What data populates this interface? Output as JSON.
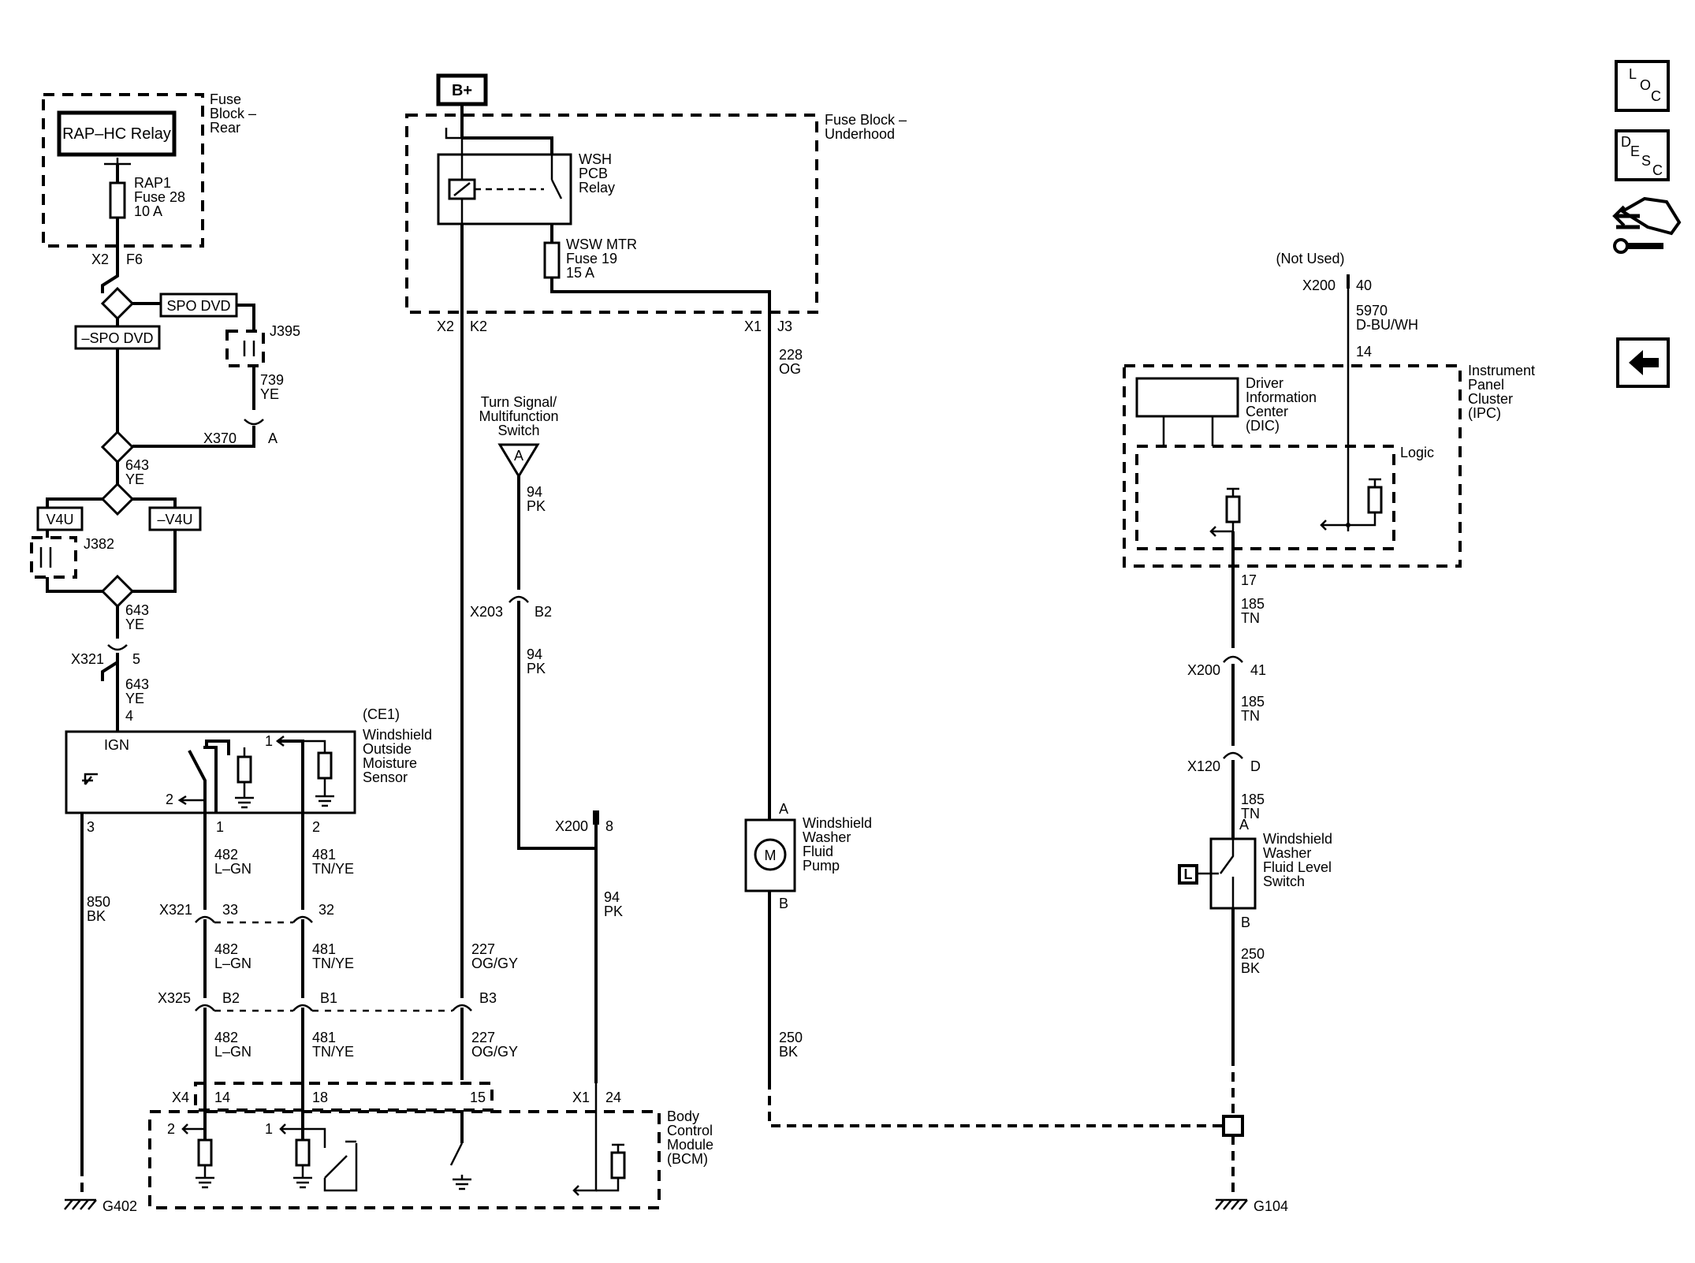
{
  "sidebar": {
    "loc": [
      "L",
      "O",
      "C"
    ],
    "desc": [
      "D",
      "E",
      "S",
      "C"
    ]
  },
  "fuse_block_rear": {
    "title_1": "Fuse",
    "title_2": "Block –",
    "title_3": "Rear",
    "relay": "RAP–HC Relay",
    "fuse_1": "RAP1",
    "fuse_2": "Fuse 28",
    "fuse_3": "10 A",
    "conn": "X2",
    "pin": "F6"
  },
  "options": {
    "spo_dvd": "SPO DVD",
    "no_spo_dvd": "–SPO DVD",
    "j395": "J395",
    "wire_739": "739",
    "wire_739_color": "YE",
    "x370": "X370",
    "x370_pin": "A",
    "v4u": "V4U",
    "no_v4u": "–V4U",
    "j382": "J382",
    "wire_643": "643",
    "ye": "YE",
    "x321": "X321",
    "x321_pin": "5",
    "pin_4": "4"
  },
  "moisture_sensor": {
    "ce": "(CE1)",
    "name_1": "Windshield",
    "name_2": "Outside",
    "name_3": "Moisture",
    "name_4": "Sensor",
    "ign": "IGN",
    "p1": "1",
    "p2": "2",
    "p3": "3"
  },
  "bplus": "B+",
  "fuse_block_underhood": {
    "title_1": "Fuse Block –",
    "title_2": "Underhood",
    "relay_1": "WSH",
    "relay_2": "PCB",
    "relay_3": "Relay",
    "fuse_1": "WSW MTR",
    "fuse_2": "Fuse 19",
    "fuse_3": "15 A",
    "x2": "X2",
    "k2": "K2",
    "x1": "X1",
    "j3": "J3"
  },
  "turn_signal": {
    "name_1": "Turn Signal/",
    "name_2": "Multifunction",
    "name_3": "Switch",
    "pin": "A",
    "x203": "X203",
    "b2": "B2"
  },
  "wires": {
    "w94": "94",
    "pk": "PK",
    "w228": "228",
    "og": "OG",
    "w482": "482",
    "lgn": "L–GN",
    "w481": "481",
    "tnye": "TN/YE",
    "w850": "850",
    "bk": "BK",
    "w227": "227",
    "oggy": "OG/GY",
    "w250": "250",
    "w185": "185",
    "tn": "TN",
    "w5970": "5970",
    "dbuwh": "D-BU/WH"
  },
  "connectors": {
    "x321": "X321",
    "p33": "33",
    "p32": "32",
    "x325": "X325",
    "b2": "B2",
    "b1": "B1",
    "b3": "B3",
    "x200": "X200",
    "p8": "8",
    "x4": "X4",
    "p14": "14",
    "p18": "18",
    "p15": "15",
    "x1": "X1",
    "p24": "24",
    "p41": "41",
    "x120": "X120",
    "d": "D",
    "p40": "40",
    "p14b": "14",
    "p17": "17"
  },
  "pump": {
    "name_1": "Windshield",
    "name_2": "Washer",
    "name_3": "Fluid",
    "name_4": "Pump",
    "motor": "M",
    "a": "A",
    "b": "B"
  },
  "ipc": {
    "name_1": "Instrument",
    "name_2": "Panel",
    "name_3": "Cluster",
    "name_4": "(IPC)",
    "dic_1": "Driver",
    "dic_2": "Information",
    "dic_3": "Center",
    "dic_4": "(DIC)",
    "logic": "Logic",
    "not_used": "(Not Used)"
  },
  "level_switch": {
    "name_1": "Windshield",
    "name_2": "Washer",
    "name_3": "Fluid Level",
    "name_4": "Switch",
    "l": "L",
    "a": "A",
    "b": "B"
  },
  "bcm": {
    "name_1": "Body",
    "name_2": "Control",
    "name_3": "Module",
    "name_4": "(BCM)",
    "p2": "2",
    "p1": "1"
  },
  "grounds": {
    "g402": "G402",
    "g104": "G104"
  }
}
